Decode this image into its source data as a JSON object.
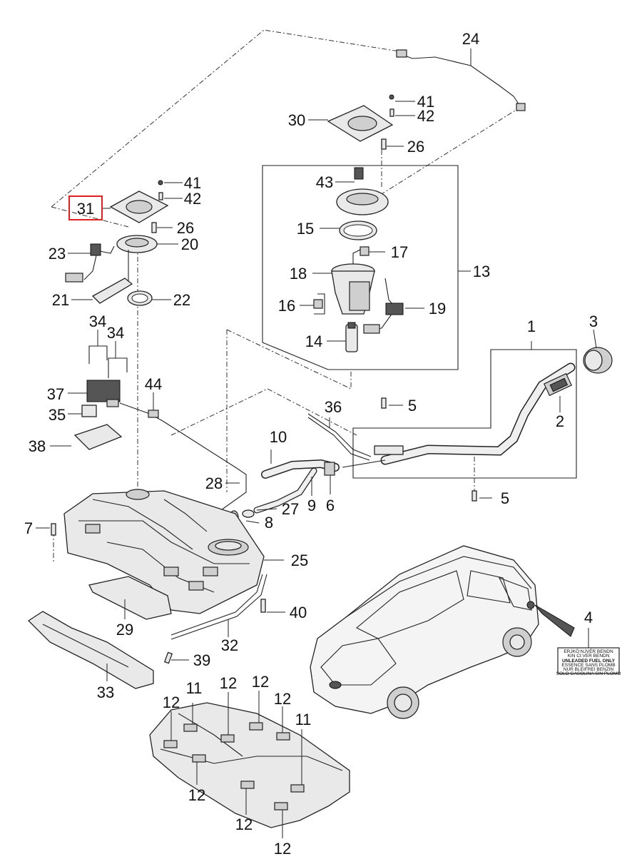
{
  "diagram": {
    "highlighted_part": "31",
    "label": {
      "warning": [
        "ERJKÖ:NJVÉR BENDN",
        "KIN CI:VER BENDN",
        "UNLEADED FUEL ONLY",
        "ESSENCE SANS PLOMB",
        "NUR BLEIFREI BENZIN",
        "SOLO GASOLINA SIN PLOMO"
      ]
    }
  },
  "callouts": [
    {
      "id": "c1",
      "text": "1"
    },
    {
      "id": "c2",
      "text": "2"
    },
    {
      "id": "c3",
      "text": "3"
    },
    {
      "id": "c4",
      "text": "4"
    },
    {
      "id": "c5a",
      "text": "5"
    },
    {
      "id": "c5b",
      "text": "5"
    },
    {
      "id": "c6",
      "text": "6"
    },
    {
      "id": "c7",
      "text": "7"
    },
    {
      "id": "c8",
      "text": "8"
    },
    {
      "id": "c9",
      "text": "9"
    },
    {
      "id": "c10",
      "text": "10"
    },
    {
      "id": "c11a",
      "text": "11"
    },
    {
      "id": "c11b",
      "text": "11"
    },
    {
      "id": "c12a",
      "text": "12"
    },
    {
      "id": "c12b",
      "text": "12"
    },
    {
      "id": "c12c",
      "text": "12"
    },
    {
      "id": "c12d",
      "text": "12"
    },
    {
      "id": "c12e",
      "text": "12"
    },
    {
      "id": "c12f",
      "text": "12"
    },
    {
      "id": "c12g",
      "text": "12"
    },
    {
      "id": "c13",
      "text": "13"
    },
    {
      "id": "c14",
      "text": "14"
    },
    {
      "id": "c15",
      "text": "15"
    },
    {
      "id": "c16",
      "text": "16"
    },
    {
      "id": "c17",
      "text": "17"
    },
    {
      "id": "c18",
      "text": "18"
    },
    {
      "id": "c19",
      "text": "19"
    },
    {
      "id": "c20",
      "text": "20"
    },
    {
      "id": "c21",
      "text": "21"
    },
    {
      "id": "c22",
      "text": "22"
    },
    {
      "id": "c23",
      "text": "23"
    },
    {
      "id": "c24",
      "text": "24"
    },
    {
      "id": "c25",
      "text": "25"
    },
    {
      "id": "c26a",
      "text": "26"
    },
    {
      "id": "c26b",
      "text": "26"
    },
    {
      "id": "c27",
      "text": "27"
    },
    {
      "id": "c28",
      "text": "28"
    },
    {
      "id": "c29",
      "text": "29"
    },
    {
      "id": "c30",
      "text": "30"
    },
    {
      "id": "c31",
      "text": "31"
    },
    {
      "id": "c32",
      "text": "32"
    },
    {
      "id": "c33",
      "text": "33"
    },
    {
      "id": "c34a",
      "text": "34"
    },
    {
      "id": "c34b",
      "text": "34"
    },
    {
      "id": "c35",
      "text": "35"
    },
    {
      "id": "c36",
      "text": "36"
    },
    {
      "id": "c37",
      "text": "37"
    },
    {
      "id": "c38",
      "text": "38"
    },
    {
      "id": "c39",
      "text": "39"
    },
    {
      "id": "c40",
      "text": "40"
    },
    {
      "id": "c41a",
      "text": "41"
    },
    {
      "id": "c41b",
      "text": "41"
    },
    {
      "id": "c42a",
      "text": "42"
    },
    {
      "id": "c42b",
      "text": "42"
    },
    {
      "id": "c43",
      "text": "43"
    },
    {
      "id": "c44",
      "text": "44"
    }
  ]
}
